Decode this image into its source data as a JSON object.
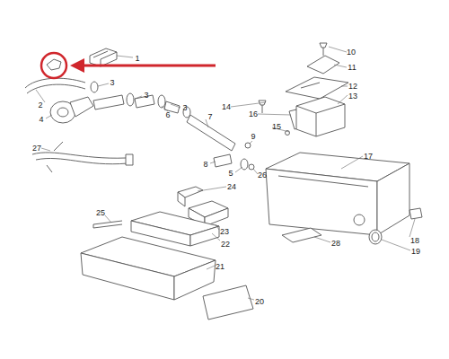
{
  "diagram": {
    "labels": [
      "10",
      "1",
      "11",
      "3",
      "12",
      "13",
      "2",
      "3",
      "14",
      "16",
      "4",
      "3",
      "7",
      "6",
      "15",
      "9",
      "27",
      "17",
      "8",
      "5",
      "26",
      "24",
      "25",
      "23",
      "18",
      "22",
      "28",
      "19",
      "21",
      "20"
    ]
  }
}
